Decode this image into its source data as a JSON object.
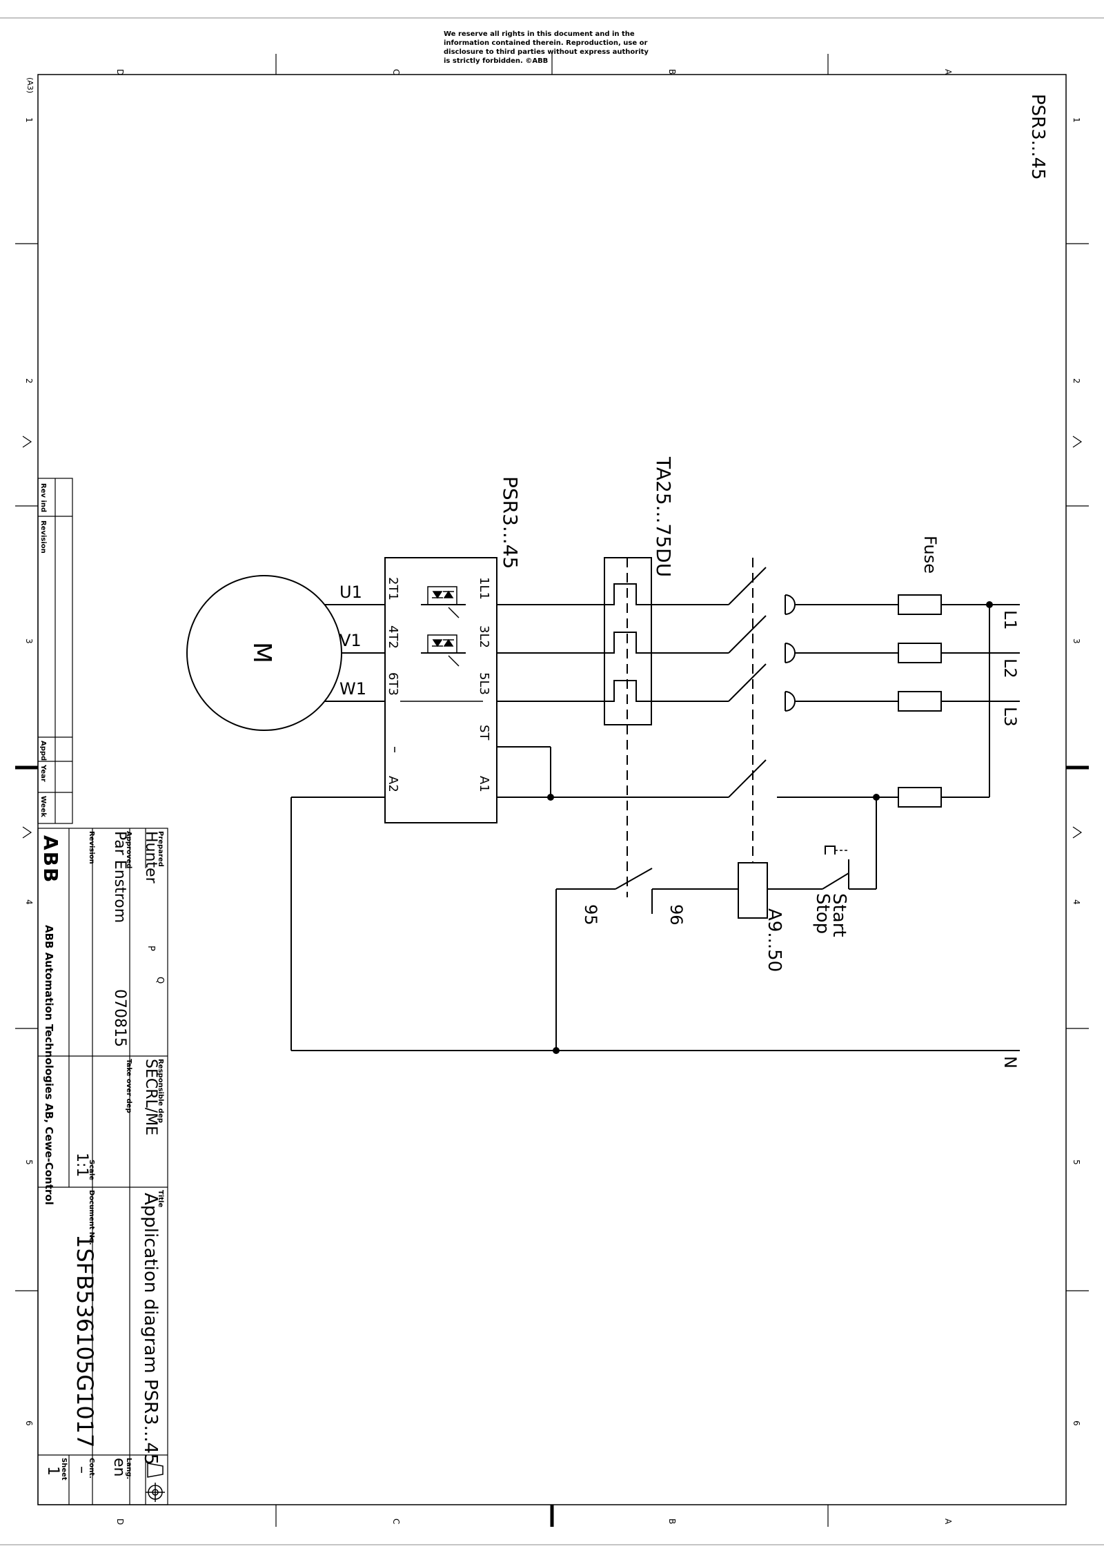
{
  "copyright": {
    "lines": [
      "We reserve all rights in this document and in the",
      "information contained therein. Reproduction, use or",
      "disclosure to third parties without express authority",
      "is strictly forbidden. ©ABB"
    ]
  },
  "frame": {
    "sheet_size": "(A3)",
    "zone_letters": [
      "D",
      "C",
      "B",
      "A"
    ],
    "zone_numbers": [
      "1",
      "2",
      "3",
      "4",
      "5",
      "6"
    ]
  },
  "diagram": {
    "top_label": "PSR3...45",
    "softstarter_label": "PSR3...45",
    "overload_label": "TA25...75DU",
    "fuse_label": "Fuse",
    "motor_label": "M",
    "motor_terminals": [
      "U1",
      "V1",
      "W1"
    ],
    "output_terminals": [
      "2T1",
      "4T2",
      "6T3"
    ],
    "input_terminals": [
      "1L1",
      "3L2",
      "5L3"
    ],
    "control_terminals": {
      "st": "ST",
      "a1": "A1",
      "a2": "A2"
    },
    "supply_lines": [
      "L1",
      "L2",
      "L3"
    ],
    "neutral_label": "N",
    "contact_95": "95",
    "contact_96": "96",
    "contactor_label": "A9...50",
    "start_label": "Start",
    "stop_label": "Stop"
  },
  "revision_block": {
    "rev_ind": "Rev ind",
    "revision": "Revision",
    "appd": "Appd",
    "year": "Year",
    "week": "Week"
  },
  "title_block": {
    "company": "ABB Automation Technologies AB, Cewe-Control",
    "logo_text": "ABB",
    "prepared_caption": "Prepared",
    "prepared_value": "Hunter",
    "approved_caption": "Approved",
    "approved_value": "Par Enstrom",
    "approved_date": "070815",
    "revision_caption": "Revision",
    "initials_p": "P",
    "initials_q": "Q",
    "responsible_caption": "Responsible dep",
    "responsible_value": "SECRL/ME",
    "takeover_caption": "Take over dep",
    "scale_caption": "Scale",
    "scale_value": "1:1",
    "title_caption": "Title",
    "title_value": "Application diagram PSR3...45",
    "document_caption": "Document No.",
    "document_value": "1SFB536105G1017",
    "lang_caption": "Lang.",
    "lang_value": "en",
    "cont_caption": "Cont.",
    "cont_value": "–",
    "sheet_caption": "Sheet",
    "sheet_value": "1"
  }
}
